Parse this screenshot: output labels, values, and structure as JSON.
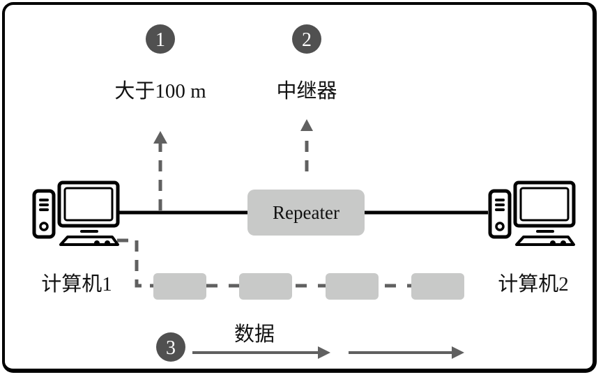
{
  "steps": [
    {
      "number": "1",
      "label": "大于100 m"
    },
    {
      "number": "2",
      "label": "中继器"
    },
    {
      "number": "3",
      "label": "数据"
    }
  ],
  "repeater": {
    "label": "Repeater"
  },
  "computers": [
    {
      "label": "计算机1"
    },
    {
      "label": "计算机2"
    }
  ],
  "colors": {
    "badge": "#505050",
    "arrow": "#606060",
    "box_fill": "#c8c9c8",
    "cable": "#000000"
  }
}
